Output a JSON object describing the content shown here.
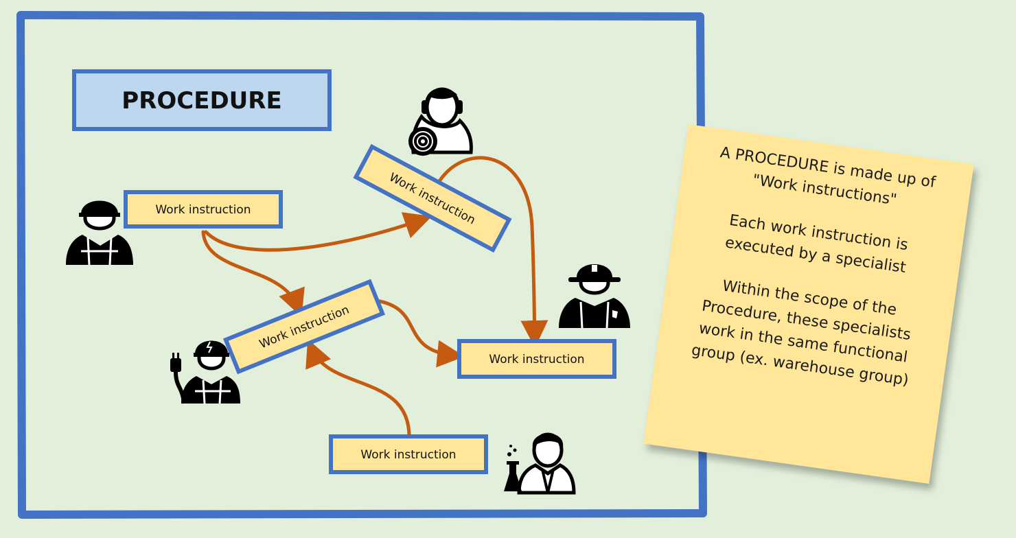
{
  "title": "PROCEDURE",
  "work_instructions": [
    "Work instruction",
    "Work instruction",
    "Work instruction",
    "Work instruction",
    "Work instruction"
  ],
  "note": {
    "line1": "A PROCEDURE is made up of",
    "line2": "\"Work instructions\"",
    "line3": "Each work instruction is",
    "line4": "executed by a specialist",
    "line5": "Within the scope of the",
    "line6": "Procedure, these specialists",
    "line7": "work in the same functional",
    "line8": "group (ex. warehouse group)"
  },
  "icons": [
    "dj-specialist-icon",
    "construction-worker-icon",
    "firefighter-icon",
    "electrician-icon",
    "scientist-icon"
  ],
  "colors": {
    "background": "#e2efda",
    "frame": "#4472c4",
    "title_fill": "#bdd7ee",
    "box_fill": "#ffe699",
    "arrow": "#c55a11",
    "note": "#ffe699"
  }
}
